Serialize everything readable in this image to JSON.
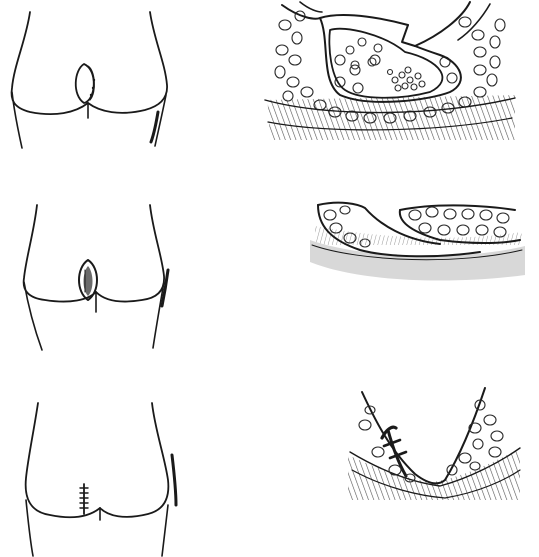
{
  "figure": {
    "panels": [
      {
        "row": 1,
        "left": {
          "view": "buttocks-back-view",
          "marker": "elliptical-incision-outline"
        },
        "right": {
          "view": "cross-section",
          "marker": "cyst-cavity-with-sinus"
        }
      },
      {
        "row": 2,
        "left": {
          "view": "buttocks-back-view",
          "marker": "open-excision-wound"
        },
        "right": {
          "view": "cross-section",
          "marker": "excised-wound-flaps"
        }
      },
      {
        "row": 3,
        "left": {
          "view": "buttocks-back-view",
          "marker": "sutured-midline-incision"
        },
        "right": {
          "view": "cross-section",
          "marker": "v-shaped-closure-with-sutures"
        }
      }
    ],
    "colors": {
      "ink": "#1a1a1a",
      "shading": "#9a9a9a",
      "background": "#ffffff"
    }
  }
}
